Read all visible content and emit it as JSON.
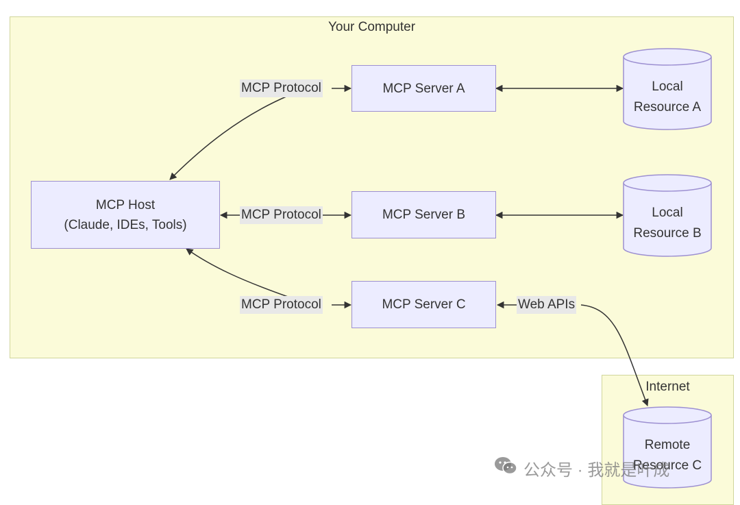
{
  "clusters": {
    "computer": {
      "title": "Your Computer"
    },
    "internet": {
      "title": "Internet"
    }
  },
  "nodes": {
    "host": {
      "line1": "MCP Host",
      "line2": "(Claude, IDEs, Tools)"
    },
    "server_a": {
      "label": "MCP Server A"
    },
    "server_b": {
      "label": "MCP Server B"
    },
    "server_c": {
      "label": "MCP Server C"
    },
    "resource_a": {
      "line1": "Local",
      "line2": "Resource A"
    },
    "resource_b": {
      "line1": "Local",
      "line2": "Resource B"
    },
    "resource_c": {
      "line1": "Remote",
      "line2": "Resource C"
    }
  },
  "edges": {
    "protocol_a": "MCP Protocol",
    "protocol_b": "MCP Protocol",
    "protocol_c": "MCP Protocol",
    "web_apis": "Web APIs"
  },
  "watermark": {
    "text": "公众号 · 我就是叶成",
    "icon": "wechat-icon"
  },
  "colors": {
    "cluster_fill": "#fbfbd9",
    "cluster_border": "#cfd59a",
    "node_fill": "#ececff",
    "node_border": "#9c8fd1",
    "edge": "#333333",
    "label_bg": "#e8e8e8"
  }
}
